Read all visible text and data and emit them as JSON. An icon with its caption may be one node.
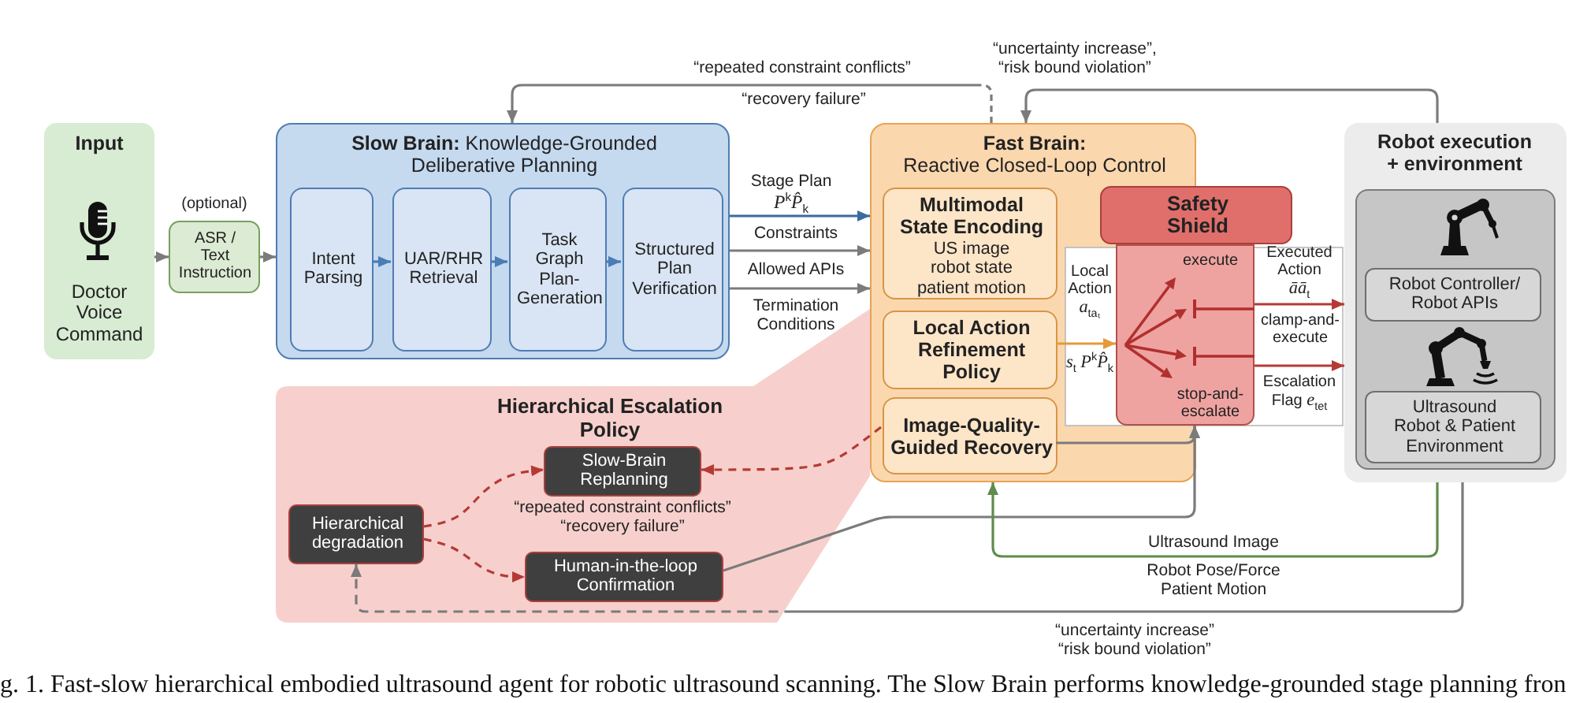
{
  "diagram": {
    "caption": "g. 1. Fast-slow hierarchical embodied ultrasound agent for robotic ultrasound scanning. The Slow Brain performs knowledge-grounded stage planning fron",
    "nodes": [
      {
        "text": [
          "Input",
          "Doctor Voice Command"
        ]
      },
      {
        "text": [
          "ASR / Text Instruction"
        ],
        "beside": [
          "(optional)"
        ]
      },
      {
        "text": [
          "**Slow Brain:** Knowledge-Grounded Deliberative Planning"
        ]
      },
      {
        "text": [
          "Intent Parsing"
        ],
        "in": 2
      },
      {
        "text": [
          "UAR/RHR Retrieval"
        ],
        "in": 2
      },
      {
        "text": [
          "Task Graph Plan-Generation"
        ],
        "in": 2
      },
      {
        "text": [
          "Structured Plan Verification"
        ],
        "in": 2
      },
      {
        "text": [
          "**Fast Brain:** Reactive Closed-Loop Control"
        ]
      },
      {
        "text": [
          "Multimodal State Encoding",
          "US image robot state patient motion"
        ],
        "in": 7
      },
      {
        "text": [
          "Local Action Refinement Policy"
        ],
        "in": 7
      },
      {
        "text": [
          "Image-Quality-Guided Recovery"
        ],
        "in": 7
      },
      {
        "text": [
          "Safety Shield"
        ]
      },
      {
        "text": [
          "execute",
          "stop-and-escalate"
        ]
      },
      {
        "text": [
          "Robot execution + environment"
        ]
      },
      {
        "text": [
          "Robot Controller/ Robot APIs"
        ],
        "in": 13
      },
      {
        "text": [
          "Ultrasound Robot & Patient Environment"
        ],
        "in": 13
      },
      {
        "text": [
          "Hierarchical Escalation Policy",
          "“repeated constraint conflicts” “recovery failure”"
        ]
      },
      {
        "text": [
          "Slow-Brain Replanning"
        ],
        "in": 16
      },
      {
        "text": [
          "Hierarchical degradation"
        ],
        "in": 16
      },
      {
        "text": [
          "Human-in-the-loop Confirmation"
        ],
        "in": 16
      }
    ],
    "edges": [
      {
        "from": 0,
        "to": 1,
        "arrow": "to"
      },
      {
        "from": 1,
        "to": 2,
        "arrow": "to"
      },
      {
        "from": 3,
        "to": 4,
        "arrow": "to",
        "color": "#4a7cb5"
      },
      {
        "from": 4,
        "to": 5,
        "arrow": "to",
        "color": "#4a7cb5"
      },
      {
        "from": 5,
        "to": 6,
        "arrow": "to",
        "color": "#4a7cb5"
      },
      {
        "from": 2,
        "to": 7,
        "arrow": "to",
        "label": "Stage Plan *P*$^{k}$*P̂*$_{k}$",
        "color": "#3b6aa0"
      },
      {
        "from": 2,
        "to": 7,
        "arrow": "to",
        "label": "Constraints"
      },
      {
        "from": 2,
        "to": 7,
        "arrow": "to",
        "label": "Allowed APIs"
      },
      {
        "from": 9,
        "to": 12,
        "arrow": "to",
        "label": "Local Action *a*$_{taₜ}$",
        "color": "#e59a3c"
      },
      {
        "from": 12,
        "to": 13,
        "arrow": "to",
        "label": "Executed Action *āā*$_{t}$",
        "color": "#b53a36"
      },
      {
        "from": 12,
        "to": 13,
        "arrow": "to",
        "label": "Escalation Flag *e*$_{tet}$",
        "color": "#b53a36"
      },
      {
        "from": 13,
        "to": 7,
        "arrow": "to",
        "label": "“uncertainty increase”, “risk bound violation”"
      },
      {
        "from": 7,
        "to": 2,
        "arrow": "to",
        "label": "“repeated constraint conflicts”",
        "style": "dashed"
      },
      {
        "from": 10,
        "to": 17,
        "arrow": "to",
        "style": "dashed",
        "color": "#b53a36"
      },
      {
        "from": 18,
        "to": 17,
        "arrow": "to",
        "style": "dashed",
        "color": "#b53a36"
      },
      {
        "from": 18,
        "to": 19,
        "arrow": "to",
        "style": "dashed",
        "color": "#b53a36"
      },
      {
        "from": 10,
        "to": 12,
        "arrow": "to"
      },
      {
        "from": 19,
        "to": 12,
        "arrow": "to"
      },
      {
        "from": 13,
        "to": 7,
        "arrow": "to",
        "label": "Ultrasound Image",
        "color": "#5e8c4c"
      },
      {
        "from": 13,
        "to": 18,
        "arrow": "to",
        "label": "“uncertainty increase” “risk bound violation”",
        "style": "dashed"
      }
    ],
    "labels": [
      "“recovery failure”",
      "Termination Conditions",
      "clamp-and-execute",
      "*s*$_{t}$ *P*$^{k}$*P̂*$_{k}$",
      "Robot Pose/Force Patient Motion"
    ]
  }
}
